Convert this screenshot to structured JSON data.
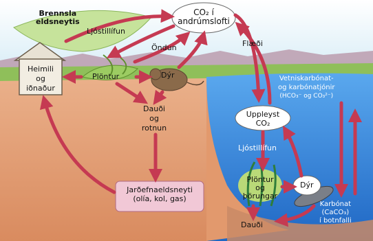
{
  "labels": {
    "fuel": [
      "Brennsla",
      "eldsneytis"
    ],
    "co2_air": [
      "CO₂ í",
      "andrúmslofti"
    ],
    "photosynthesis_top": "Ljóstillífun",
    "respiration": "Öndun",
    "homes": [
      "Heimili",
      "og",
      "iðnaður"
    ],
    "plants": "Plöntur",
    "animals_land": "Dýr",
    "death_decay": [
      "Dauði",
      "og",
      "rotnun"
    ],
    "fossil_fuels": [
      "Jarðefnaeldsneyti",
      "(olía, kol, gas)"
    ],
    "flow": "Flæði",
    "carbonates": [
      "Vetniskarbónat-",
      "og karbónatjónir",
      "(HCO₃⁻ og CO₃²⁻)"
    ],
    "dissolved_co2": [
      "Uppleyst",
      "CO₂"
    ],
    "photosynthesis_water": "Ljóstillífun",
    "plants_algae": [
      "Plöntur",
      "og",
      "þörungar"
    ],
    "animals_water": "Dýr",
    "carbonate_sediment": [
      "Karbónat",
      "(CaCO₃)",
      "í botnfalli"
    ],
    "death_water": "Dauði"
  },
  "colors": {
    "sky": "#dfeff7",
    "soil": "#e8a57a",
    "water": "#2e7fd6",
    "arrow": "#c53a52",
    "leaf": "#b7d98a",
    "fossil_box": "#f1c8d6"
  }
}
